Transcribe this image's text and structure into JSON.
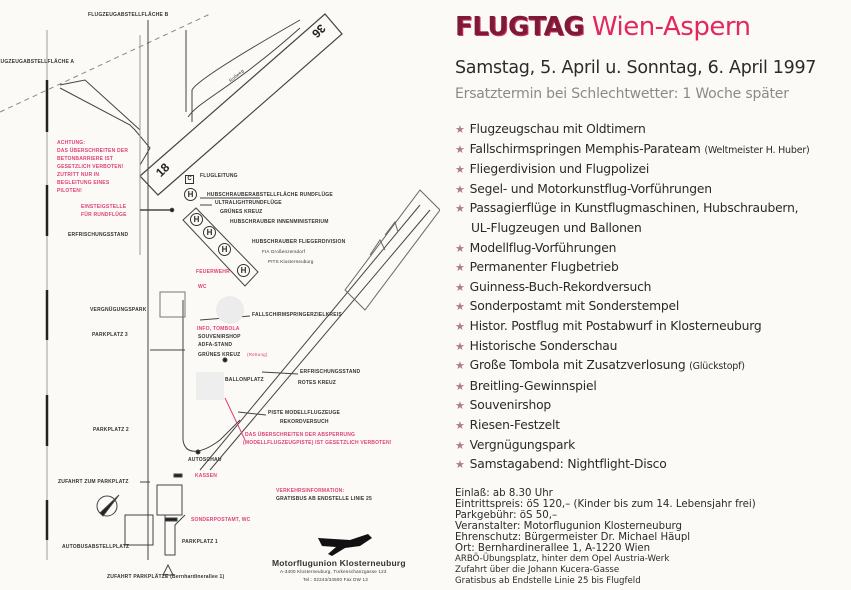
{
  "title": {
    "part1": "FLUGTAG",
    "part2": "Wien-Aspern"
  },
  "dates": "Samstag, 5. April u. Sonntag, 6. April 1997",
  "rain_date": "Ersatztermin bei Schlechtwetter: 1 Woche später",
  "program": [
    {
      "text": "Flugzeugschau mit Oldtimern"
    },
    {
      "text": "Fallschirmspringen Memphis-Parateam",
      "note": "(Weltmeister H. Huber)"
    },
    {
      "text": "Fliegerdivision und Flugpolizei"
    },
    {
      "text": "Segel- und Motorkunstflug-Vorführungen"
    },
    {
      "text": "Passagierflüge in Kunstflugmaschinen, Hubschraubern,",
      "cont": "UL-Flugzeugen und Ballonen"
    },
    {
      "text": "Modellflug-Vorführungen"
    },
    {
      "text": "Permanenter Flugbetrieb"
    },
    {
      "text": "Guinness-Buch-Rekordversuch"
    },
    {
      "text": "Sonderpostamt mit Sonderstempel"
    },
    {
      "text": "Histor. Postflug mit Postabwurf in Klosterneuburg"
    },
    {
      "text": "Historische Sonderschau"
    },
    {
      "text": "Große Tombola mit Zusatzverlosung",
      "note": "(Glückstopf)"
    },
    {
      "text": "Breitling-Gewinnspiel"
    },
    {
      "text": "Souvenirshop"
    },
    {
      "text": "Riesen-Festzelt"
    },
    {
      "text": "Vergnügungspark"
    },
    {
      "text": "Samstagabend: Nightflight-Disco"
    }
  ],
  "info": [
    "Einlaß: ab 8.30 Uhr",
    "Eintrittspreis: öS 120,– (Kinder bis zum 14. Lebensjahr frei)",
    "Parkgebühr: öS 50,–",
    "Veranstalter: Motorflugunion Klosterneuburg",
    "Ehrenschutz: Bürgermeister Dr. Michael Häupl",
    "Ort: Bernhardinerallee 1, A-1220 Wien",
    "ARBÖ-Übungsplatz, hinter dem Opel Austria-Werk",
    "Zufahrt über die Johann Kucera-Gasse",
    "Gratisbus ab Endstelle Linie 25 bis Flugfeld"
  ],
  "map": {
    "runway_numbers": [
      "36",
      "18"
    ],
    "helipad_letter": "H",
    "tower_letter": "C",
    "labels": [
      "FLUGZEUGABSTELLFLÄCHE B",
      "FLUGZEUGABSTELLFLÄCHE A",
      "Rollweg",
      "ACHTUNG:",
      "DAS ÜBERSCHREITEN DER",
      "BETONBARRIERE IST",
      "GESETZLICH VERBOTEN!",
      "ZUTRITT NUR IN",
      "BEGLEITUNG EINES",
      "PILOTEN!",
      "FLUGLEITUNG",
      "HUBSCHRAUBERABSTELLFLÄCHE RUNDFLÜGE",
      "ULTRALIGHTRUNDFLÜGE",
      "GRÜNES KREUZ",
      "HUBSCHRAUBER INNENMINISTERIUM",
      "EINSTEIGSTELLE",
      "FÜR RUNDFLÜGE",
      "ERFRISCHUNGSSTAND",
      "HUBSCHRAUBER FLIEGERDIVISION",
      "FIA Großenzersdorf",
      "PITS Klosterneuburg",
      "FEUERWEHR",
      "WC",
      "VERGNÜGUNGSPARK",
      "FALLSCHIRMSPRINGERZIELKREIS",
      "PARKPLATZ 3",
      "INFO, TOMBOLA",
      "SOUVENIRSHOP",
      "ADFA-STAND",
      "GRÜNES KREUZ",
      "(Rettung)",
      "BALLONPLATZ",
      "ERFRISCHUNGSSTAND",
      "ROTES KREUZ",
      "PISTE MODELLFLUGZEUGE",
      "REKORDVERSUCH",
      "DAS ÜBERSCHREITEN DER ABSPERRUNG",
      "(MODELLFLUGZEUGPISTE) IST GESETZLICH VERBOTEN!",
      "PARKPLATZ 2",
      "AUTOSCHAU",
      "KASSEN",
      "ZUFAHRT ZUM PARKPLATZ",
      "VERKEHRSINFORMATION:",
      "GRATISBUS AB ENDSTELLE LINIE 25",
      "SONDERPOSTAMT, WC",
      "PARKPLATZ 1",
      "AUTOBUSABSTELLPLATZ",
      "ZUFAHRT PARKPLÄTZE (Bernhardinerallee 1)"
    ],
    "logo": {
      "name": "Motorflugunion Klosterneuburg",
      "address": "A-3400 Klosterneuburg, Türkenschanzgasse 123",
      "phone": "Tel.: 02243/34500  Fax DW 13"
    }
  },
  "colors": {
    "title_dark": "#7c1a38",
    "title_red": "#e3285c",
    "map_red": "#e0407a"
  }
}
